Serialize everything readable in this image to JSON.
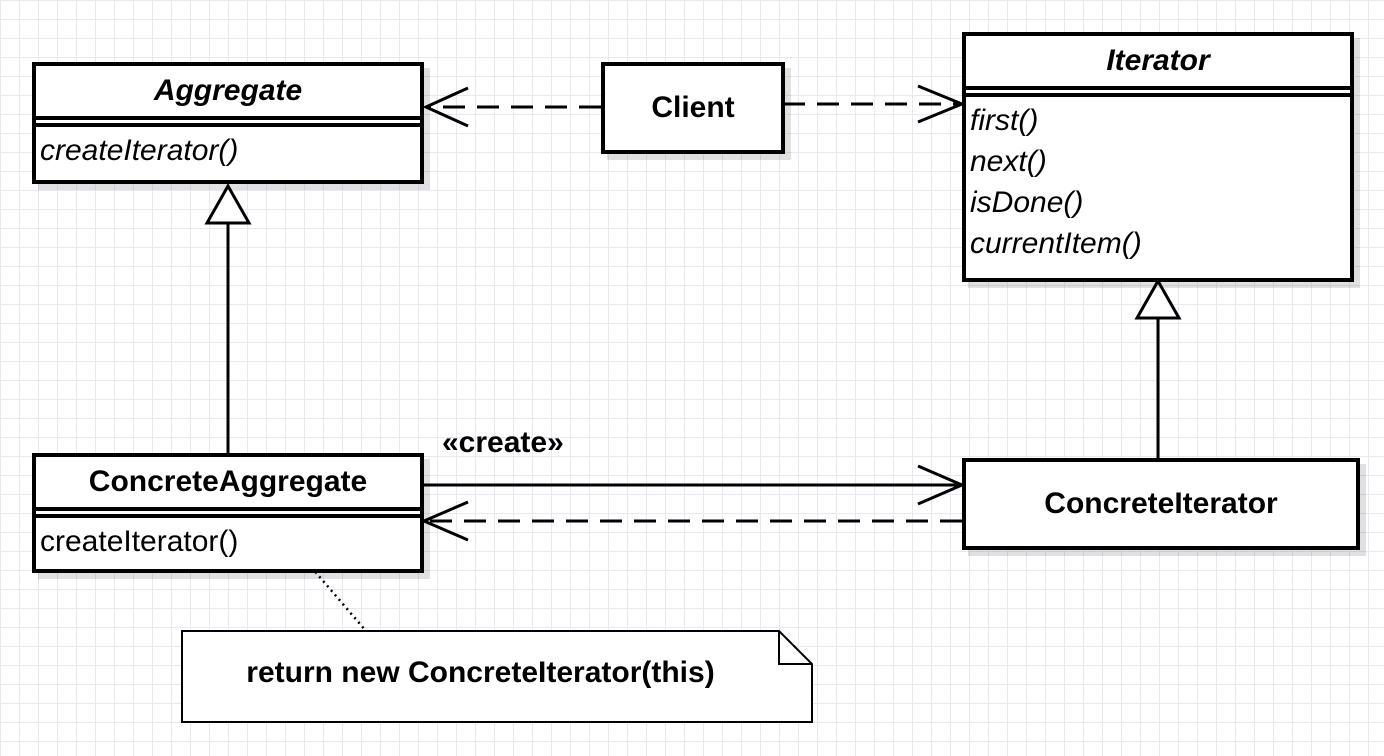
{
  "aggregate": {
    "name": "Aggregate",
    "operations": [
      "createIterator()"
    ]
  },
  "client": {
    "name": "Client"
  },
  "iterator": {
    "name": "Iterator",
    "operations": [
      "first()",
      "next()",
      "isDone()",
      "currentItem()"
    ]
  },
  "concrete_aggregate": {
    "name": "ConcreteAggregate",
    "operations": [
      "createIterator()"
    ]
  },
  "concrete_iterator": {
    "name": "ConcreteIterator"
  },
  "create_label": "«create»",
  "note": {
    "text": "return new ConcreteIterator(this)"
  },
  "colors": {
    "line": "#000000",
    "grid": "#e6e9f4",
    "background": "#ffffff"
  }
}
